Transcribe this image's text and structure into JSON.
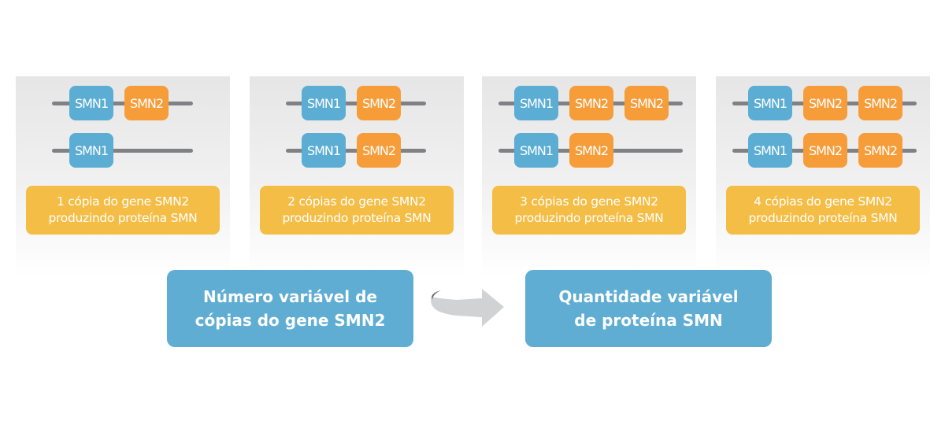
{
  "panels": [
    {
      "rows": [
        [
          "SMN1",
          "SMN2"
        ],
        [
          "SMN1"
        ]
      ],
      "label": [
        "1 cópia do gene SMN2",
        "produzindo proteína SMN"
      ]
    },
    {
      "rows": [
        [
          "SMN1",
          "SMN2"
        ],
        [
          "SMN1",
          "SMN2"
        ]
      ],
      "label": [
        "2 cópias do gene SMN2",
        "produzindo proteína SMN"
      ]
    },
    {
      "rows": [
        [
          "SMN1",
          "SMN2",
          "SMN2"
        ],
        [
          "SMN1",
          "SMN2"
        ]
      ],
      "label": [
        "3 cópias do gene SMN2",
        "produzindo proteína SMN"
      ]
    },
    {
      "rows": [
        [
          "SMN1",
          "SMN2",
          "SMN2"
        ],
        [
          "SMN1",
          "SMN2",
          "SMN2"
        ]
      ],
      "label": [
        "4 cópias do gene SMN2",
        "produzindo proteína SMN"
      ]
    }
  ],
  "bottom": {
    "left": [
      "Número variável de",
      "cópias do gene SMN2"
    ],
    "right": [
      "Quantidade variável",
      "de proteína SMN"
    ]
  },
  "colors": {
    "smn1": "#5badd4",
    "smn2": "#f69d3a",
    "label": "#f4bd46",
    "box": "#5fadd3"
  }
}
